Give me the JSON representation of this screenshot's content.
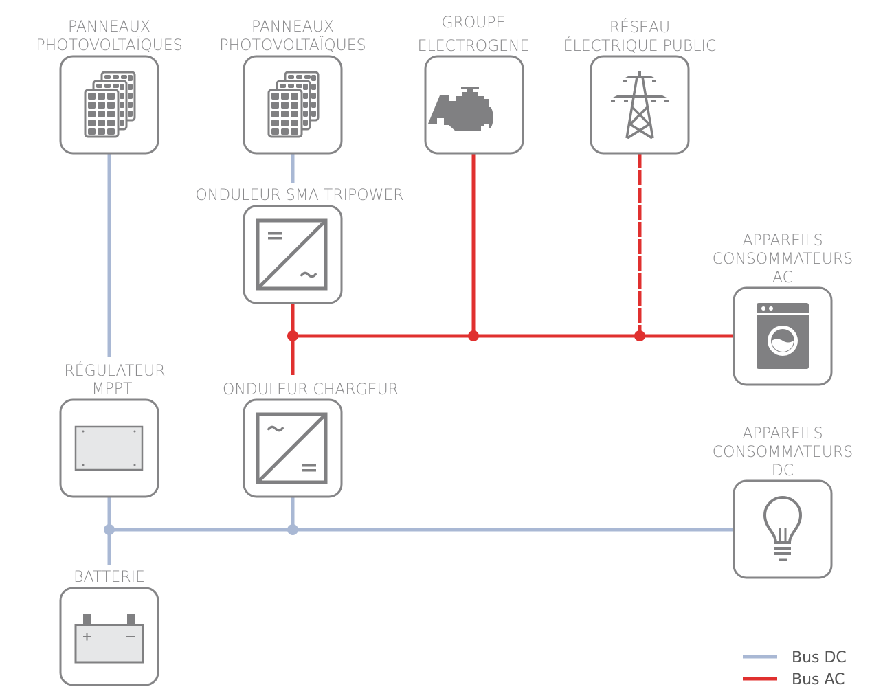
{
  "nodes": {
    "pv1": {
      "label": [
        "PANNEAUX",
        "PHOTOVOLTAÏQUES"
      ],
      "icon": "solar-panel-icon"
    },
    "pv2": {
      "label": [
        "PANNEAUX",
        "PHOTOVOLTAÏQUES"
      ],
      "icon": "solar-panel-icon"
    },
    "genset": {
      "label": [
        "GROUPE",
        "ELECTROGENE"
      ],
      "icon": "engine-icon"
    },
    "grid": {
      "label": [
        "RÉSEAU",
        "ÉLECTRIQUE PUBLIC"
      ],
      "icon": "power-pylon-icon"
    },
    "sma_inverter": {
      "label": [
        "ONDULEUR SMA TRIPOWER"
      ],
      "icon": "dc-to-ac-inverter-icon"
    },
    "ac_loads": {
      "label": [
        "APPAREILS",
        "CONSOMMATEURS",
        "AC"
      ],
      "icon": "washing-machine-icon"
    },
    "mppt": {
      "label": [
        "RÉGULATEUR",
        "MPPT"
      ],
      "icon": "charge-controller-icon"
    },
    "charger_inverter": {
      "label": [
        "ONDULEUR CHARGEUR"
      ],
      "icon": "ac-to-dc-inverter-icon"
    },
    "dc_loads": {
      "label": [
        "APPAREILS",
        "CONSOMMATEURS",
        "DC"
      ],
      "icon": "light-bulb-icon"
    },
    "battery": {
      "label": [
        "BATTERIE"
      ],
      "icon": "battery-icon"
    }
  },
  "legend": [
    {
      "label": "Bus DC",
      "color": "#a9b8d4"
    },
    {
      "label": "Bus AC",
      "color": "#e0302f"
    }
  ]
}
